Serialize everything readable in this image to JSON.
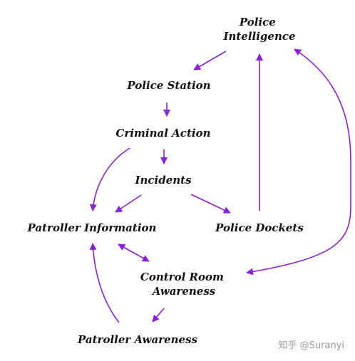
{
  "diagram": {
    "edge_color": "#8a1fe0",
    "nodes": [
      {
        "id": "police-intelligence",
        "lines": [
          "Police",
          "Intelligence"
        ]
      },
      {
        "id": "police-station",
        "lines": [
          "Police Station"
        ]
      },
      {
        "id": "criminal-action",
        "lines": [
          "Criminal Action"
        ]
      },
      {
        "id": "incidents",
        "lines": [
          "Incidents"
        ]
      },
      {
        "id": "patroller-information",
        "lines": [
          "Patroller Information"
        ]
      },
      {
        "id": "police-dockets",
        "lines": [
          "Police Dockets"
        ]
      },
      {
        "id": "control-room-awareness",
        "lines": [
          "Control Room",
          "Awareness"
        ]
      },
      {
        "id": "patroller-awareness",
        "lines": [
          "Patroller Awareness"
        ]
      }
    ],
    "edges": [
      {
        "from": "police-intelligence",
        "to": "police-station"
      },
      {
        "from": "police-station",
        "to": "criminal-action"
      },
      {
        "from": "criminal-action",
        "to": "incidents"
      },
      {
        "from": "criminal-action",
        "to": "patroller-information"
      },
      {
        "from": "incidents",
        "to": "patroller-information"
      },
      {
        "from": "incidents",
        "to": "police-dockets"
      },
      {
        "from": "police-dockets",
        "to": "police-intelligence"
      },
      {
        "from": "police-intelligence",
        "to": "control-room-awareness",
        "bidirectional": true
      },
      {
        "from": "patroller-information",
        "to": "control-room-awareness",
        "bidirectional": true
      },
      {
        "from": "control-room-awareness",
        "to": "patroller-awareness"
      },
      {
        "from": "patroller-awareness",
        "to": "patroller-information"
      }
    ]
  },
  "watermark": "知乎 @Suranyi"
}
